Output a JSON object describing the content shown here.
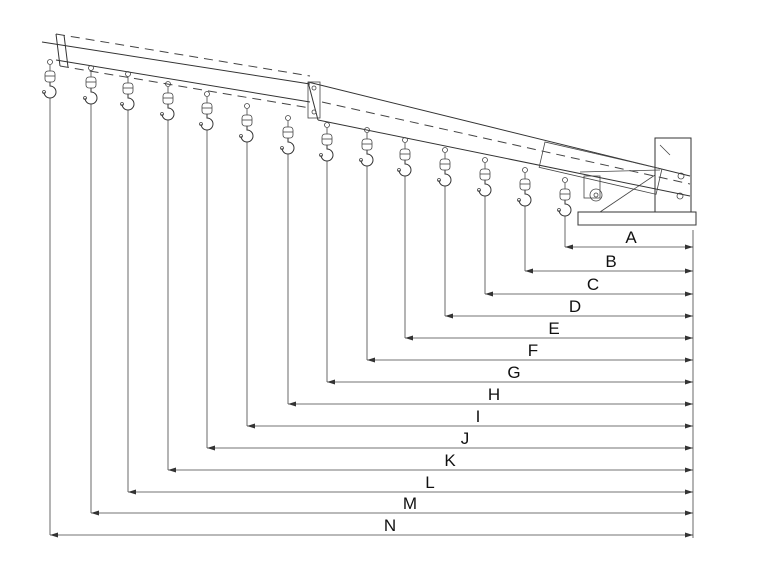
{
  "dimensions": [
    {
      "label": "A"
    },
    {
      "label": "B"
    },
    {
      "label": "C"
    },
    {
      "label": "D"
    },
    {
      "label": "E"
    },
    {
      "label": "F"
    },
    {
      "label": "G"
    },
    {
      "label": "H"
    },
    {
      "label": "I"
    },
    {
      "label": "J"
    },
    {
      "label": "K"
    },
    {
      "label": "L"
    },
    {
      "label": "M"
    },
    {
      "label": "N"
    }
  ],
  "colors": {
    "line": "#333333",
    "text": "#111111"
  }
}
